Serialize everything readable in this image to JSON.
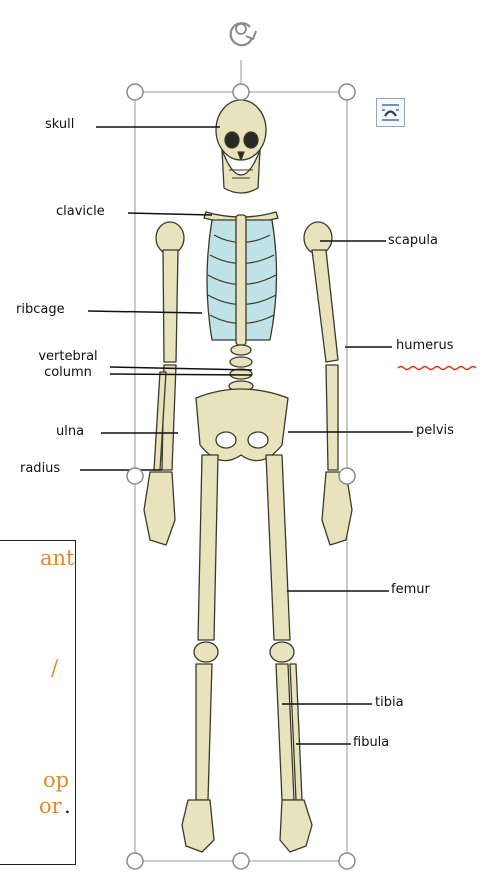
{
  "labels": {
    "skull": "skull",
    "clavicle": "clavicle",
    "scapula": "scapula",
    "ribcage": "ribcage",
    "humerus": "humerus",
    "vertebral_line1": "vertebral",
    "vertebral_line2": "column",
    "ulna": "ulna",
    "pelvis": "pelvis",
    "radius": "radius",
    "femur": "femur",
    "tibia": "tibia",
    "fibula": "fibula"
  },
  "text_box": {
    "fragment_1": "ant",
    "fragment_2": "/",
    "fragment_3": "op",
    "fragment_4": "or",
    "fragment_5": "."
  },
  "colors": {
    "bone": "#e8e3bd",
    "bone_outline": "#3a3a2a",
    "ribs": "#bfe2e6",
    "handle": "#8a8a8a",
    "text_orange": "#e08a2c",
    "spell_squiggle": "#d93025"
  },
  "icons": {
    "rotate": "rotate-handle-icon",
    "layout": "layout-options-icon"
  }
}
